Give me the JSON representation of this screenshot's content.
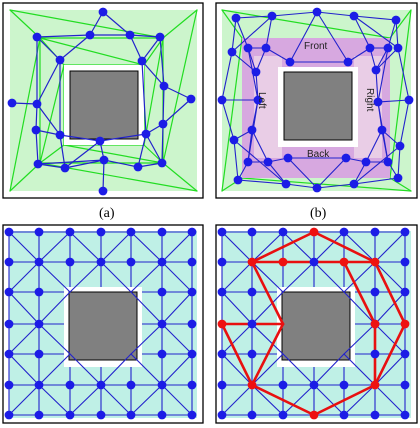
{
  "figure": {
    "captions": {
      "a": "(a)",
      "b": "(b)"
    },
    "wall_labels": {
      "front": "Front",
      "back": "Back",
      "left": "Left",
      "right": "Right"
    },
    "colors": {
      "node": "#1c1ce6",
      "node_highlight": "#ee1111",
      "edge": "#2222cc",
      "edge_highlight": "#e81010",
      "triangulation": "#22dd22",
      "free_space": "#ccf5cc",
      "free_space_grid": "#bff0e6",
      "wall_band": "#d7a8e0",
      "obstacle": "#808080",
      "border": "#000000"
    }
  }
}
